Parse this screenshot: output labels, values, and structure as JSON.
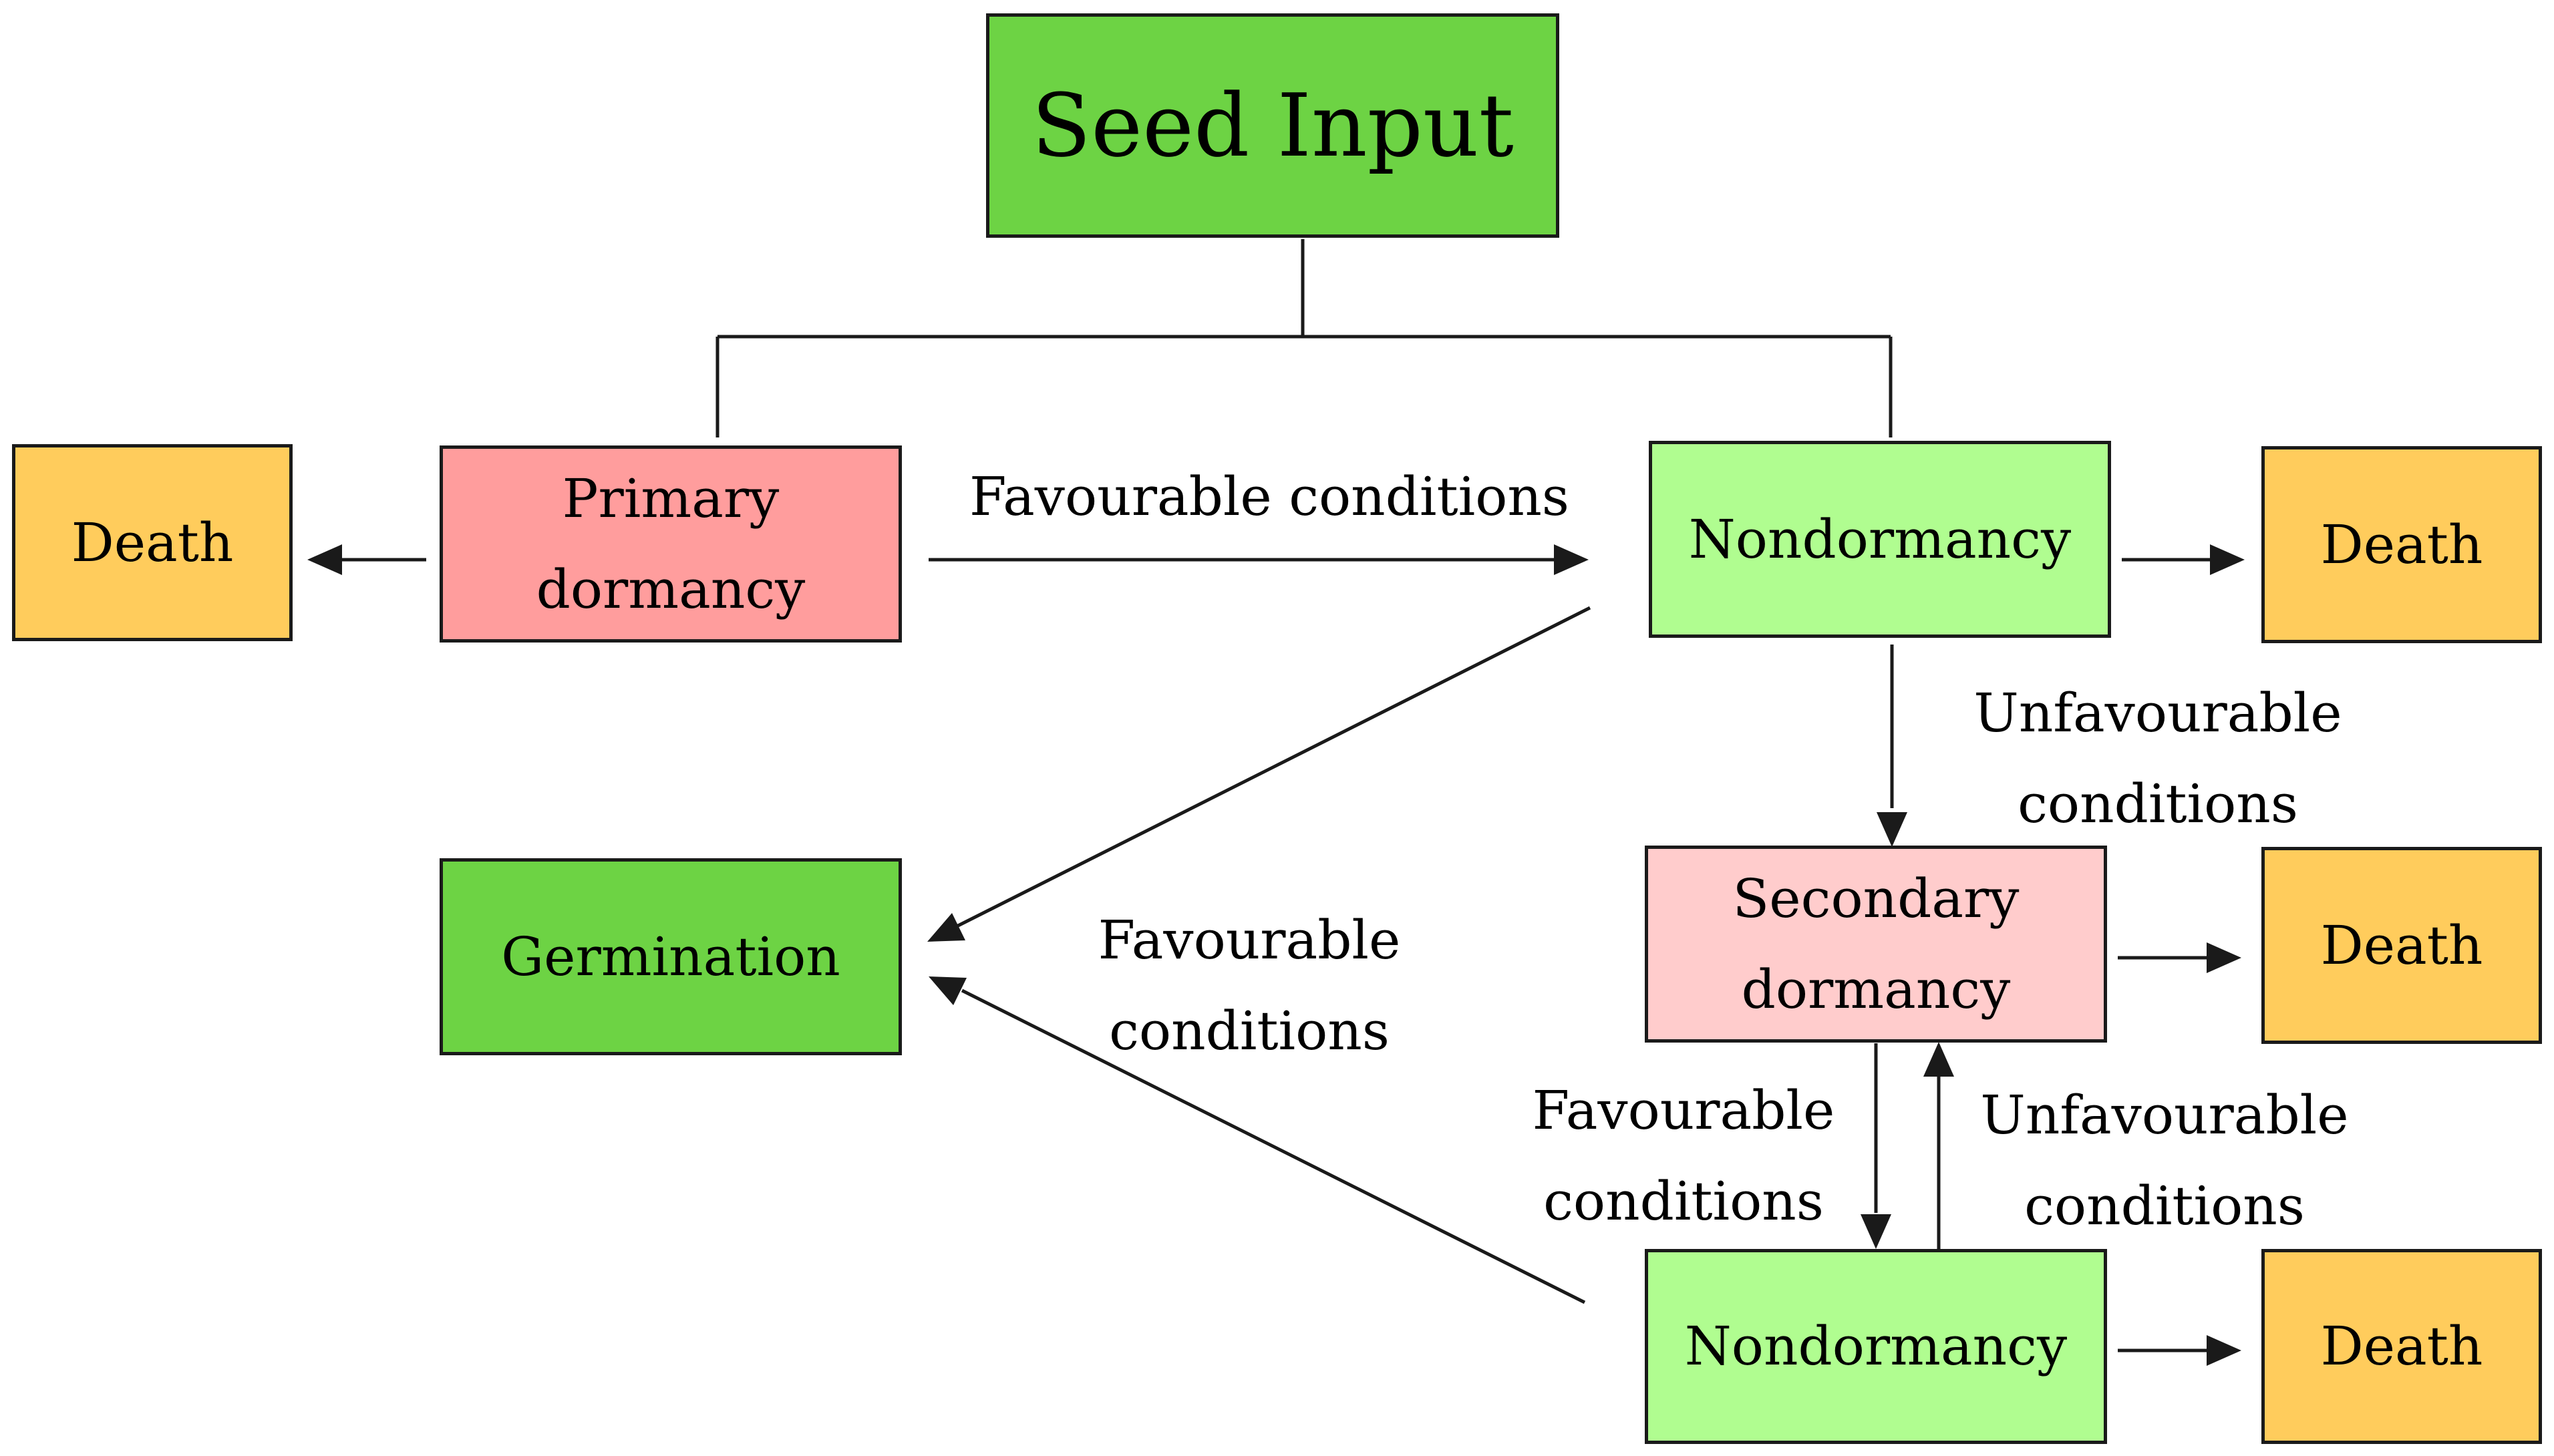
{
  "diagram": {
    "colors": {
      "seed_input": "#6dd344",
      "germination": "#6dd344",
      "primary_dormancy": "#ff9d9d",
      "secondary_dormancy": "#ffcccc",
      "nondormancy": "#b0fd90",
      "death": "#ffcc5c",
      "line": "#1a1a1a"
    },
    "nodes": {
      "seed_input": "Seed Input",
      "primary_dormancy": [
        "Primary",
        "dormancy"
      ],
      "nondormancy_top": "Nondormancy",
      "germination": "Germination",
      "secondary_dormancy": [
        "Secondary",
        "dormancy"
      ],
      "nondormancy_bottom": "Nondormancy",
      "death_left": "Death",
      "death_top_right": "Death",
      "death_mid_right": "Death",
      "death_bottom_right": "Death"
    },
    "edge_labels": {
      "primary_to_nondormancy": "Favourable conditions",
      "nondormancy_to_secondary": [
        "Unfavourable",
        "conditions"
      ],
      "to_germination": [
        "Favourable",
        "conditions"
      ],
      "secondary_to_nondormancy": [
        "Favourable",
        "conditions"
      ],
      "nondormancy_to_secondary_bottom": [
        "Unfavourable",
        "conditions"
      ]
    }
  }
}
